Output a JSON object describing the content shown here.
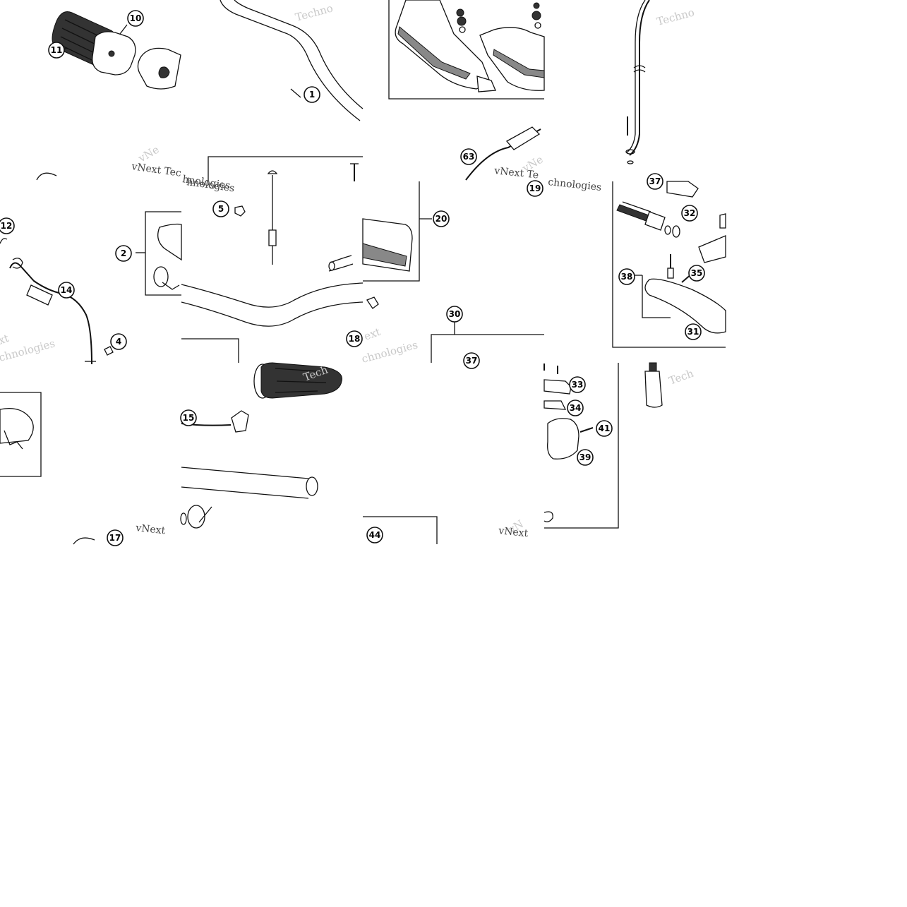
{
  "diagram": {
    "colors": {
      "line": "#111111",
      "watermark_light": "#c9c9c9",
      "watermark_dark": "#444444",
      "background": "#ffffff"
    },
    "callouts": [
      {
        "id": "c1",
        "label": "1"
      },
      {
        "id": "c2",
        "label": "2"
      },
      {
        "id": "c4",
        "label": "4"
      },
      {
        "id": "c5",
        "label": "5"
      },
      {
        "id": "c10",
        "label": "10"
      },
      {
        "id": "c11",
        "label": "11"
      },
      {
        "id": "c12",
        "label": "12"
      },
      {
        "id": "c14",
        "label": "14"
      },
      {
        "id": "c15",
        "label": "15"
      },
      {
        "id": "c17",
        "label": "17"
      },
      {
        "id": "c18",
        "label": "18"
      },
      {
        "id": "c19",
        "label": "19"
      },
      {
        "id": "c20",
        "label": "20"
      },
      {
        "id": "c30",
        "label": "30"
      },
      {
        "id": "c31",
        "label": "31"
      },
      {
        "id": "c32",
        "label": "32"
      },
      {
        "id": "c33",
        "label": "33"
      },
      {
        "id": "c34",
        "label": "34"
      },
      {
        "id": "c35",
        "label": "35"
      },
      {
        "id": "c37a",
        "label": "37"
      },
      {
        "id": "c37b",
        "label": "37"
      },
      {
        "id": "c38",
        "label": "38"
      },
      {
        "id": "c39",
        "label": "39"
      },
      {
        "id": "c41",
        "label": "41"
      },
      {
        "id": "c44",
        "label": "44"
      },
      {
        "id": "c63",
        "label": "63"
      }
    ],
    "watermarks": {
      "w1": "Techno",
      "w2": "vNext Tec",
      "w3": "vNe",
      "w4": "hnologies",
      "w5": "Techno",
      "w6": "vNext Te",
      "w7": "vNe",
      "w8": "chnologies",
      "w9": "ext",
      "w10": "chnologies",
      "w11": "xt",
      "w12": "chnologies",
      "w13": "Tech",
      "w14": "vNext",
      "w15": "vN",
      "w16": "vNext",
      "w17": "Tech",
      "w18": "hnologies"
    }
  }
}
